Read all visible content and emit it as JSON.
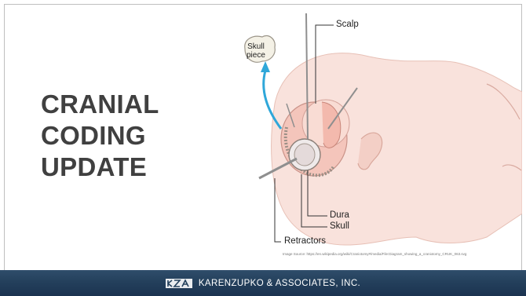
{
  "slide": {
    "title_lines": [
      "CRANIAL",
      "CODING",
      "UPDATE"
    ]
  },
  "illustration": {
    "labels": {
      "skull_piece_line1": "Skull",
      "skull_piece_line2": "piece",
      "scalp": "Scalp",
      "dura": "Dura",
      "skull": "Skull",
      "retractors": "Retractors"
    },
    "source": "Image Source: https://en.wikipedia.org/wiki/Craniotomy#/media/File:Diagram_showing_a_craniotomy_CRUK_063.svg"
  },
  "footer": {
    "company": "KARENZUPKO & ASSOCIATES, INC.",
    "logo_icon": "kza-logo-icon"
  },
  "colors": {
    "title": "#404040",
    "footer_bar": "#24405c",
    "skin": "#f7ddd6",
    "arrow": "#2fa7d9"
  }
}
